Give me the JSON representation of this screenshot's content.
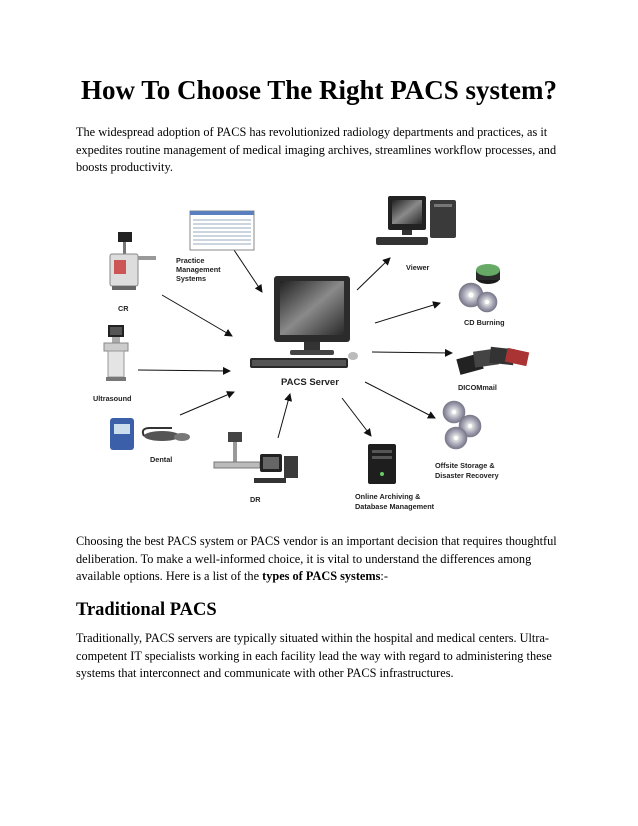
{
  "title": "How To Choose The Right PACS system?",
  "intro": "The widespread adoption of PACS has revolutionized radiology departments and practices, as it expedites routine management of medical imaging archives, streamlines workflow processes, and boosts productivity.",
  "diagram": {
    "server": "PACS Server",
    "practice_lines": [
      "Practice",
      "Management",
      "Systems"
    ],
    "viewer": "Viewer",
    "cr": "CR",
    "cd_burning": "CD Burning",
    "ultrasound": "Ultrasound",
    "dicommail": "DICOMmail",
    "dental": "Dental",
    "offsite_lines": [
      "Offsite Storage &",
      "Disaster Recovery"
    ],
    "dr": "DR",
    "archiving_lines": [
      "Online Archiving &",
      "Database Management"
    ]
  },
  "choosing_before": "Choosing the best PACS system or PACS vendor is an important decision that requires thoughtful deliberation. To make a well-informed choice, it is vital to understand the differences among available options. Here is a list of the ",
  "choosing_bold": "types of PACS systems",
  "choosing_after": ":-",
  "section_heading": "Traditional PACS",
  "traditional": "Traditionally, PACS servers are typically situated within the hospital and medical centers. Ultra-competent IT specialists working in each facility lead the way with regard to administering these systems that interconnect and communicate with other PACS infrastructures."
}
